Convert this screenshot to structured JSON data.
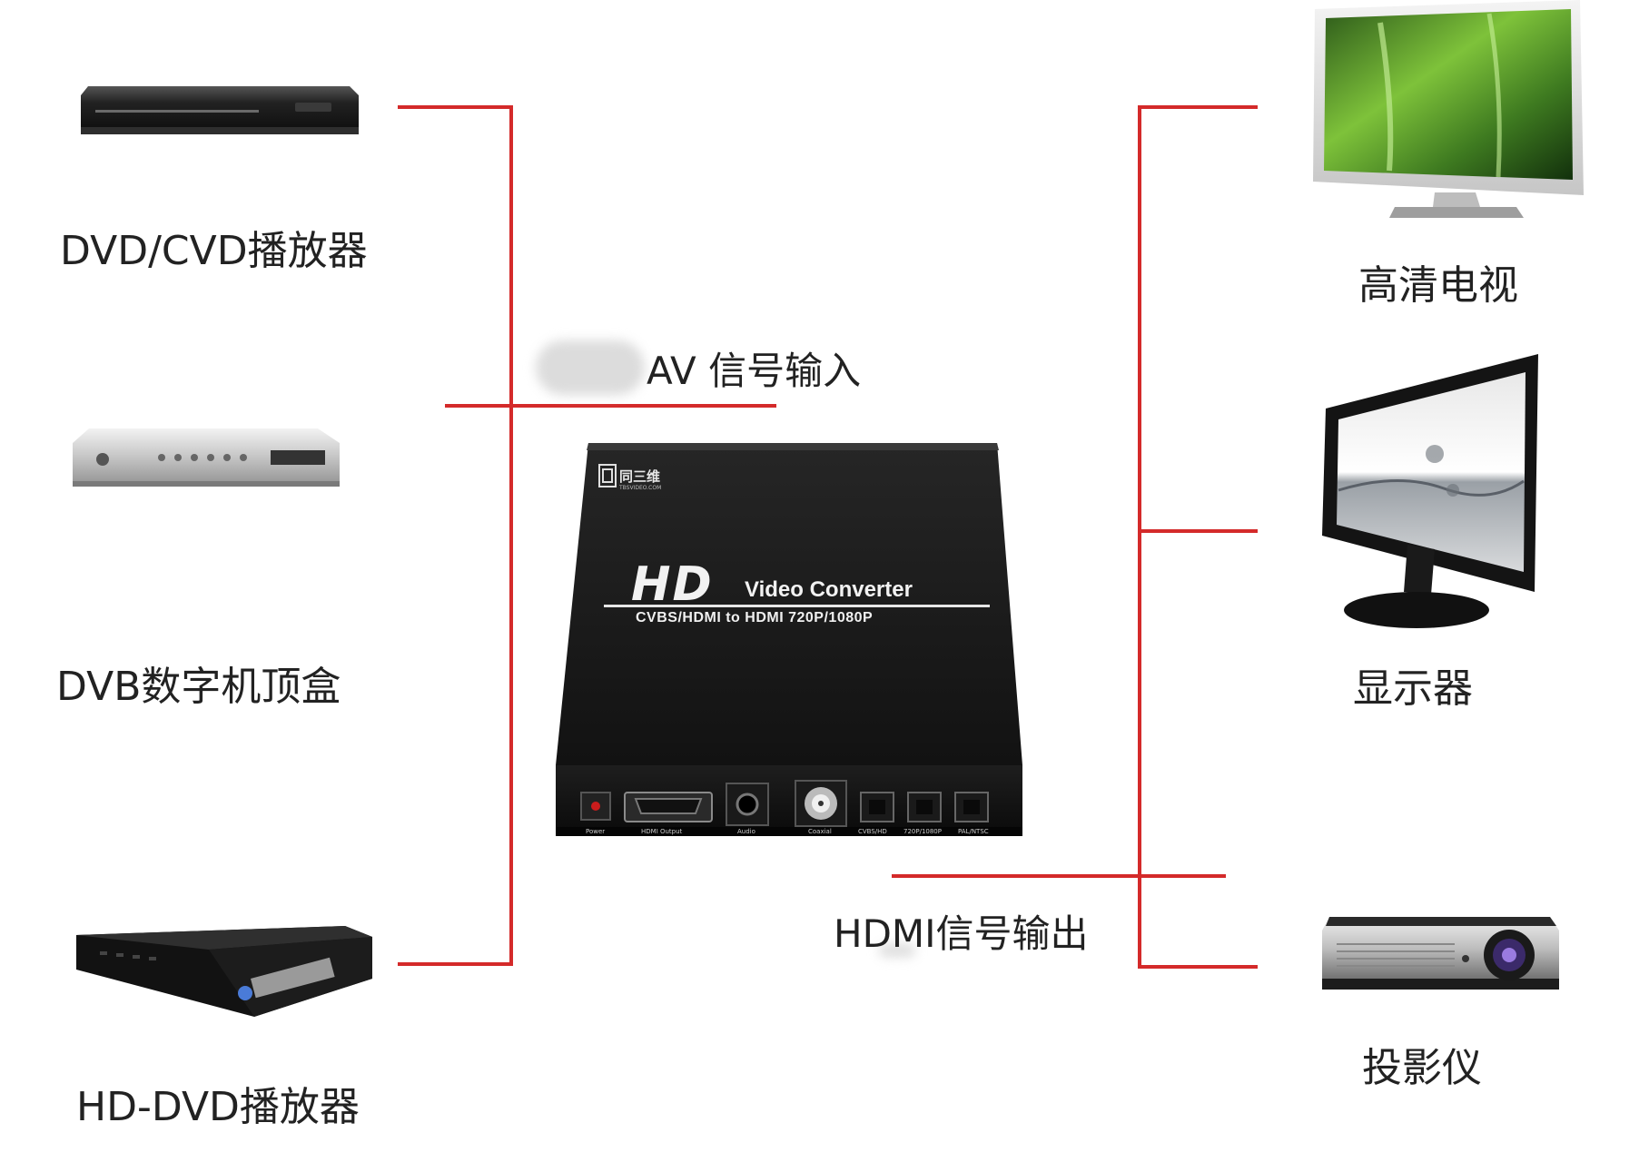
{
  "colors": {
    "connector": "#d42a2a",
    "device_body": "#1a1a1a",
    "text": "#222222"
  },
  "devices": {
    "dvd_cvd": {
      "label": "DVD/CVD播放器",
      "icon": "dvd-player-icon"
    },
    "dvb": {
      "label": "DVB数字机顶盒",
      "icon": "set-top-box-icon"
    },
    "hd_dvd": {
      "label": "HD-DVD播放器",
      "icon": "hd-dvd-player-icon"
    },
    "hdtv": {
      "label": "高清电视",
      "icon": "hdtv-icon"
    },
    "monitor": {
      "label": "显示器",
      "icon": "monitor-icon"
    },
    "projector": {
      "label": "投影仪",
      "icon": "projector-icon"
    }
  },
  "signals": {
    "input": "AV 信号输入",
    "output": "HDMI信号输出"
  },
  "converter": {
    "logo": "同三维",
    "logo_sub": "TBSVIDEO.COM",
    "hd": "HD",
    "title": "Video Converter",
    "subtitle": "CVBS/HDMI to HDMI 720P/1080P",
    "ports": [
      "Power",
      "HDMI Output",
      "Audio",
      "Coaxial",
      "CVBS/HD",
      "720P/1080P",
      "PAL/NTSC"
    ]
  }
}
